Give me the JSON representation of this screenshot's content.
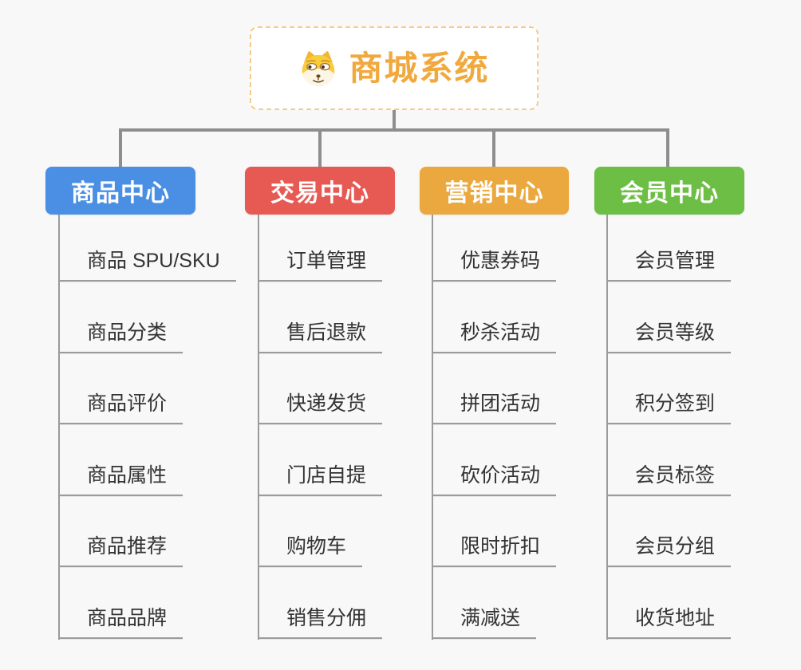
{
  "page": {
    "background_color": "#F8F8F8",
    "connector_color": "#8E8E8E",
    "leaf_line_color": "#9B9B9B",
    "leaf_text_color": "#333333"
  },
  "root_node": {
    "title": "商城系统",
    "icon": "dog-face-icon",
    "text_color": "#F1A93E",
    "border_color": "#F4CC8C",
    "background_color": "#FFFFFF"
  },
  "branches": [
    {
      "label": "商品中心",
      "color": "#4A8FE4",
      "items": [
        "商品 SPU/SKU",
        "商品分类",
        "商品评价",
        "商品属性",
        "商品推荐",
        "商品品牌"
      ]
    },
    {
      "label": "交易中心",
      "color": "#E75A54",
      "items": [
        "订单管理",
        "售后退款",
        "快递发货",
        "门店自提",
        "购物车",
        "销售分佣"
      ]
    },
    {
      "label": "营销中心",
      "color": "#EAA83E",
      "items": [
        "优惠券码",
        "秒杀活动",
        "拼团活动",
        "砍价活动",
        "限时折扣",
        "满减送"
      ]
    },
    {
      "label": "会员中心",
      "color": "#6DBE45",
      "items": [
        "会员管理",
        "会员等级",
        "积分签到",
        "会员标签",
        "会员分组",
        "收货地址"
      ]
    }
  ]
}
